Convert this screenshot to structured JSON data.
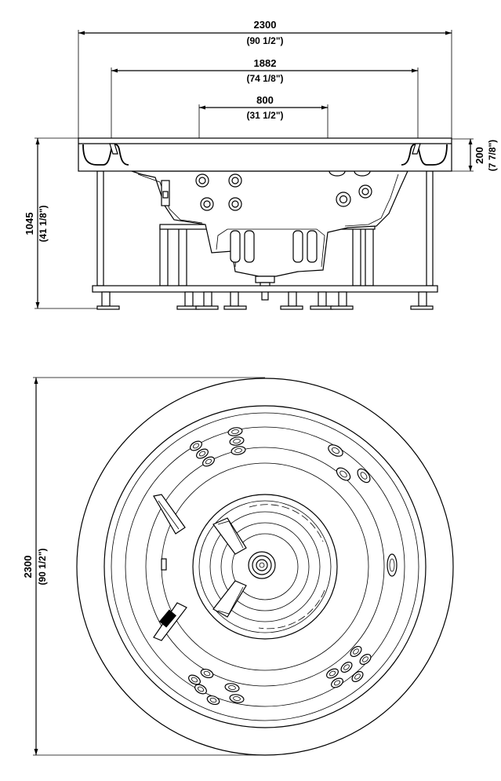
{
  "side_view": {
    "overall_width": {
      "mm": "2300",
      "inch": "(90 1/2\")"
    },
    "inner_width": {
      "mm": "1882",
      "inch": "(74 1/8\")"
    },
    "well_width": {
      "mm": "800",
      "inch": "(31 1/2\")"
    },
    "rim_height": {
      "mm": "200",
      "inch": "(7 7/8\")"
    },
    "total_height": {
      "mm": "1045",
      "inch": "(41 1/8\")"
    }
  },
  "top_view": {
    "diameter": {
      "mm": "2300",
      "inch": "(90 1/2\")"
    }
  }
}
